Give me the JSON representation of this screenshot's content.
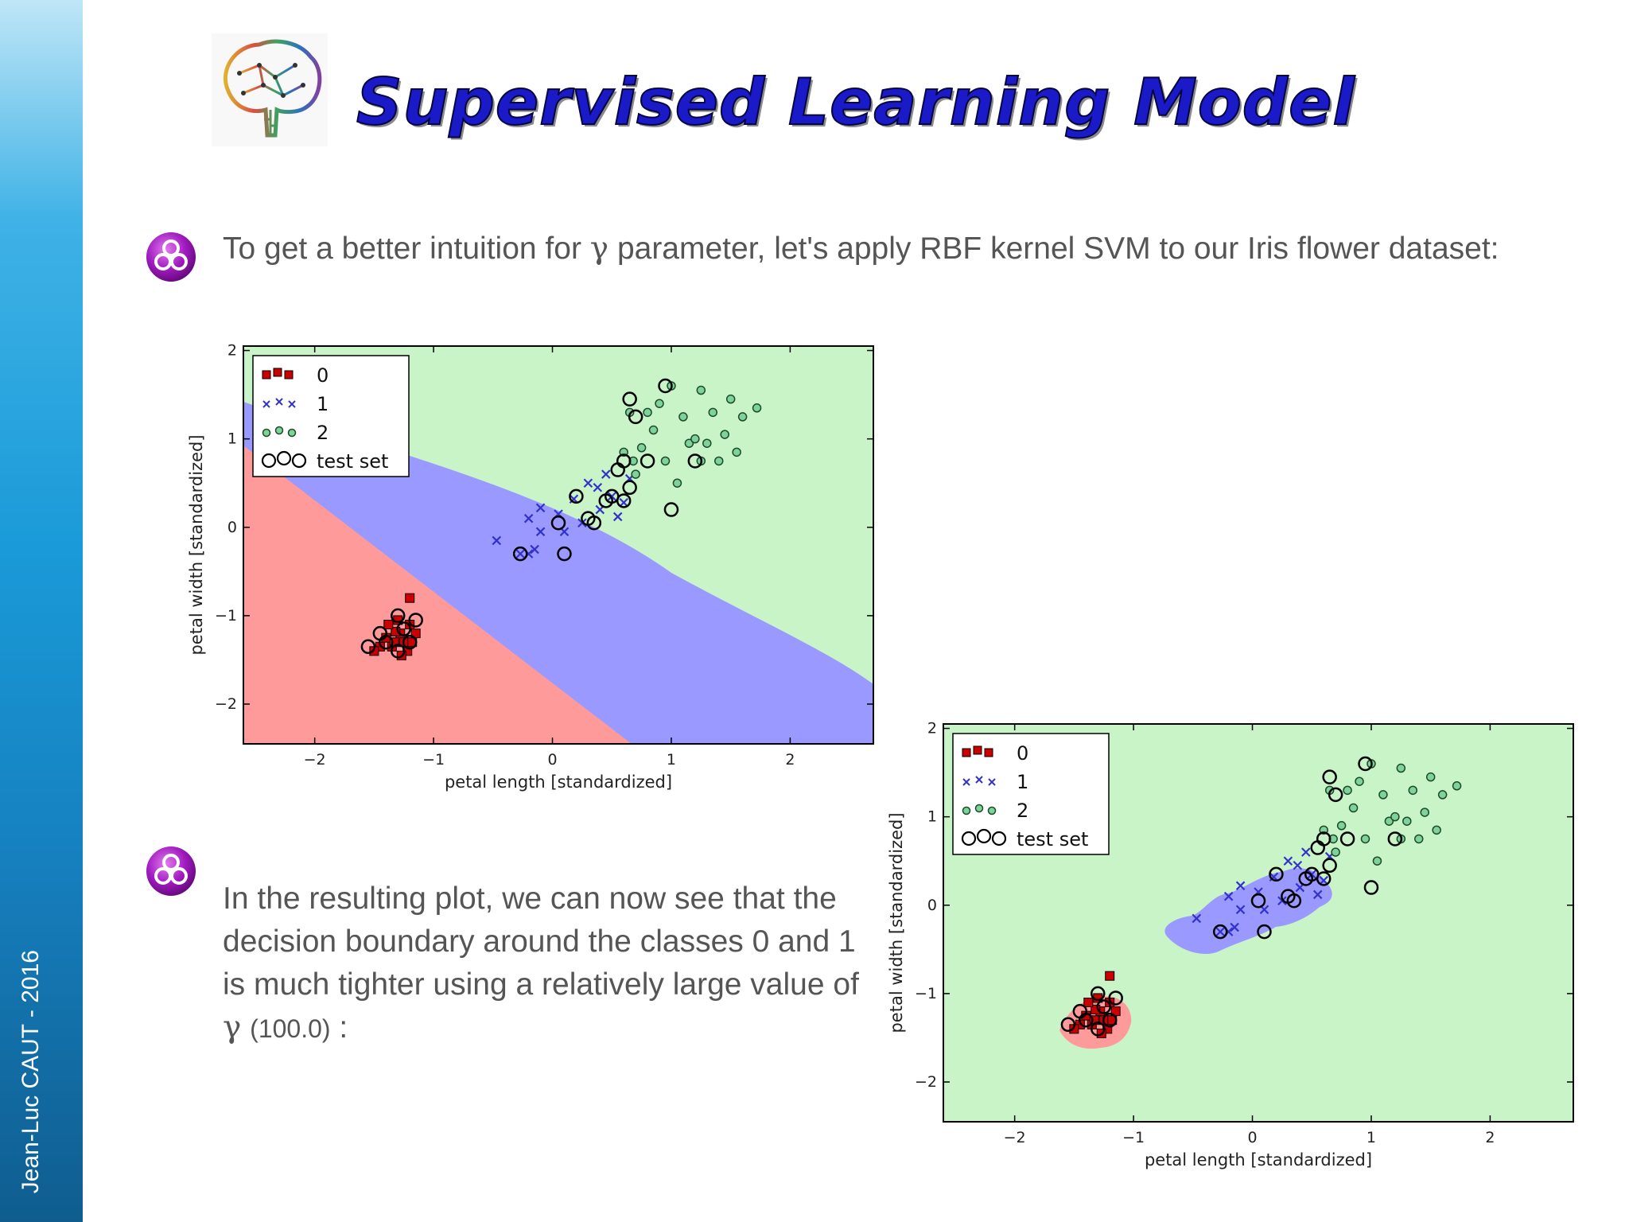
{
  "sidebar": {
    "author": "Jean-Luc CAUT - 2016"
  },
  "header": {
    "title": "Supervised Learning Model",
    "logo_icon": "brain-circuit-icon"
  },
  "bullets": [
    {
      "icon": "biohazard-icon",
      "text_before": "To get a better intuition for",
      "gamma": "γ",
      "text_after": "parameter, let's apply RBF kernel SVM to our Iris flower dataset:"
    },
    {
      "icon": "biohazard-icon",
      "text_before": "In the resulting plot, we can now see that the decision boundary around the classes 0 and 1 is much tighter using a relatively large value of",
      "gamma": "γ",
      "paren": "(100.0)",
      "colon": ":"
    }
  ],
  "colors": {
    "class0": "#cc0000",
    "class1": "#3333cc",
    "class2": "#3a9a55",
    "region0": "#ff9a9a",
    "region1": "#9999ff",
    "region2": "#c8f4c8",
    "title": "#1a1ac8"
  },
  "chart_data": [
    {
      "type": "scatter",
      "xlabel": "petal length [standardized]",
      "ylabel": "petal width [standardized]",
      "xlim": [
        -2.6,
        2.7
      ],
      "ylim": [
        -2.45,
        2.05
      ],
      "xticks": [
        "−2",
        "−1",
        "0",
        "1",
        "2"
      ],
      "yticks": [
        "−2",
        "−1",
        "0",
        "1",
        "2"
      ],
      "legend": {
        "placement": "top-left",
        "entries": [
          "0",
          "1",
          "2",
          "test set"
        ]
      },
      "decision_regions": "broad linear/curved boundaries (low gamma)",
      "series": [
        {
          "name": "0",
          "marker": "square",
          "points": [
            [
              -1.35,
              -1.35
            ],
            [
              -1.28,
              -1.2
            ],
            [
              -1.2,
              -1.1
            ],
            [
              -1.4,
              -1.25
            ],
            [
              -1.25,
              -1.3
            ],
            [
              -1.32,
              -1.18
            ],
            [
              -1.18,
              -1.3
            ],
            [
              -1.45,
              -1.35
            ],
            [
              -1.3,
              -1.05
            ],
            [
              -1.22,
              -1.4
            ],
            [
              -1.38,
              -1.1
            ],
            [
              -1.15,
              -1.2
            ],
            [
              -1.5,
              -1.4
            ],
            [
              -1.27,
              -1.45
            ],
            [
              -1.2,
              -0.8
            ],
            [
              -1.33,
              -1.3
            ]
          ]
        },
        {
          "name": "1",
          "marker": "x",
          "points": [
            [
              -0.47,
              -0.15
            ],
            [
              -0.2,
              0.1
            ],
            [
              -0.1,
              0.22
            ],
            [
              0.05,
              0.15
            ],
            [
              0.18,
              0.32
            ],
            [
              0.25,
              0.05
            ],
            [
              0.4,
              0.2
            ],
            [
              0.5,
              0.35
            ],
            [
              0.55,
              0.12
            ],
            [
              0.38,
              0.45
            ],
            [
              0.6,
              0.28
            ],
            [
              -0.2,
              -0.3
            ],
            [
              -0.1,
              -0.05
            ],
            [
              0.3,
              0.5
            ],
            [
              0.65,
              0.55
            ],
            [
              -0.27,
              -0.3
            ],
            [
              0.1,
              -0.05
            ],
            [
              0.45,
              0.6
            ],
            [
              -0.15,
              -0.25
            ]
          ]
        },
        {
          "name": "2",
          "marker": "circle",
          "points": [
            [
              0.65,
              1.3
            ],
            [
              0.75,
              0.9
            ],
            [
              0.85,
              1.1
            ],
            [
              0.95,
              0.75
            ],
            [
              1.0,
              1.6
            ],
            [
              1.1,
              1.25
            ],
            [
              1.15,
              0.95
            ],
            [
              1.25,
              0.75
            ],
            [
              1.35,
              1.3
            ],
            [
              1.45,
              1.05
            ],
            [
              1.55,
              0.85
            ],
            [
              1.6,
              1.25
            ],
            [
              1.72,
              1.35
            ],
            [
              1.5,
              1.45
            ],
            [
              1.25,
              1.55
            ],
            [
              0.6,
              0.85
            ],
            [
              0.9,
              1.4
            ],
            [
              1.05,
              0.5
            ],
            [
              1.3,
              0.95
            ],
            [
              0.7,
              0.6
            ],
            [
              0.8,
              1.3
            ],
            [
              1.4,
              0.75
            ],
            [
              1.2,
              1.0
            ],
            [
              0.68,
              0.75
            ]
          ]
        }
      ],
      "test_set": [
        [
          -1.4,
          -1.3
        ],
        [
          -1.25,
          -1.15
        ],
        [
          -1.2,
          -1.3
        ],
        [
          -1.3,
          -1.4
        ],
        [
          -1.55,
          -1.35
        ],
        [
          -1.15,
          -1.05
        ],
        [
          -1.45,
          -1.2
        ],
        [
          -1.3,
          -1.0
        ],
        [
          -0.27,
          -0.3
        ],
        [
          0.1,
          -0.3
        ],
        [
          0.05,
          0.05
        ],
        [
          0.2,
          0.35
        ],
        [
          0.3,
          0.1
        ],
        [
          0.45,
          0.3
        ],
        [
          0.5,
          0.35
        ],
        [
          0.35,
          0.05
        ],
        [
          0.6,
          0.3
        ],
        [
          0.65,
          1.45
        ],
        [
          0.6,
          0.75
        ],
        [
          0.7,
          1.25
        ],
        [
          0.8,
          0.75
        ],
        [
          0.95,
          1.6
        ],
        [
          1.0,
          0.2
        ],
        [
          1.2,
          0.75
        ],
        [
          0.65,
          0.45
        ],
        [
          0.55,
          0.65
        ]
      ]
    },
    {
      "type": "scatter",
      "xlabel": "petal length [standardized]",
      "ylabel": "petal width [standardized]",
      "xlim": [
        -2.6,
        2.7
      ],
      "ylim": [
        -2.45,
        2.05
      ],
      "xticks": [
        "−2",
        "−1",
        "0",
        "1",
        "2"
      ],
      "yticks": [
        "−2",
        "−1",
        "0",
        "1",
        "2"
      ],
      "legend": {
        "placement": "top-left",
        "entries": [
          "0",
          "1",
          "2",
          "test set"
        ]
      },
      "decision_regions": "tight regions around class 0 and 1 (gamma = 100.0)",
      "series": [
        {
          "name": "0",
          "marker": "square",
          "points": [
            [
              -1.35,
              -1.35
            ],
            [
              -1.28,
              -1.2
            ],
            [
              -1.2,
              -1.1
            ],
            [
              -1.4,
              -1.25
            ],
            [
              -1.25,
              -1.3
            ],
            [
              -1.32,
              -1.18
            ],
            [
              -1.18,
              -1.3
            ],
            [
              -1.45,
              -1.35
            ],
            [
              -1.3,
              -1.05
            ],
            [
              -1.22,
              -1.4
            ],
            [
              -1.38,
              -1.1
            ],
            [
              -1.15,
              -1.2
            ],
            [
              -1.5,
              -1.4
            ],
            [
              -1.27,
              -1.45
            ],
            [
              -1.2,
              -0.8
            ],
            [
              -1.33,
              -1.3
            ]
          ]
        },
        {
          "name": "1",
          "marker": "x",
          "points": [
            [
              -0.47,
              -0.15
            ],
            [
              -0.2,
              0.1
            ],
            [
              -0.1,
              0.22
            ],
            [
              0.05,
              0.15
            ],
            [
              0.18,
              0.32
            ],
            [
              0.25,
              0.05
            ],
            [
              0.4,
              0.2
            ],
            [
              0.5,
              0.35
            ],
            [
              0.55,
              0.12
            ],
            [
              0.38,
              0.45
            ],
            [
              0.6,
              0.28
            ],
            [
              -0.2,
              -0.3
            ],
            [
              -0.1,
              -0.05
            ],
            [
              0.3,
              0.5
            ],
            [
              0.65,
              0.55
            ],
            [
              -0.27,
              -0.3
            ],
            [
              0.1,
              -0.05
            ],
            [
              0.45,
              0.6
            ],
            [
              -0.15,
              -0.25
            ]
          ]
        },
        {
          "name": "2",
          "marker": "circle",
          "points": [
            [
              0.65,
              1.3
            ],
            [
              0.75,
              0.9
            ],
            [
              0.85,
              1.1
            ],
            [
              0.95,
              0.75
            ],
            [
              1.0,
              1.6
            ],
            [
              1.1,
              1.25
            ],
            [
              1.15,
              0.95
            ],
            [
              1.25,
              0.75
            ],
            [
              1.35,
              1.3
            ],
            [
              1.45,
              1.05
            ],
            [
              1.55,
              0.85
            ],
            [
              1.6,
              1.25
            ],
            [
              1.72,
              1.35
            ],
            [
              1.5,
              1.45
            ],
            [
              1.25,
              1.55
            ],
            [
              0.6,
              0.85
            ],
            [
              0.9,
              1.4
            ],
            [
              1.05,
              0.5
            ],
            [
              1.3,
              0.95
            ],
            [
              0.7,
              0.6
            ],
            [
              0.8,
              1.3
            ],
            [
              1.4,
              0.75
            ],
            [
              1.2,
              1.0
            ],
            [
              0.68,
              0.75
            ]
          ]
        }
      ],
      "test_set": [
        [
          -1.4,
          -1.3
        ],
        [
          -1.25,
          -1.15
        ],
        [
          -1.2,
          -1.3
        ],
        [
          -1.3,
          -1.4
        ],
        [
          -1.55,
          -1.35
        ],
        [
          -1.15,
          -1.05
        ],
        [
          -1.45,
          -1.2
        ],
        [
          -1.3,
          -1.0
        ],
        [
          -0.27,
          -0.3
        ],
        [
          0.1,
          -0.3
        ],
        [
          0.05,
          0.05
        ],
        [
          0.2,
          0.35
        ],
        [
          0.3,
          0.1
        ],
        [
          0.45,
          0.3
        ],
        [
          0.5,
          0.35
        ],
        [
          0.35,
          0.05
        ],
        [
          0.6,
          0.3
        ],
        [
          0.65,
          1.45
        ],
        [
          0.6,
          0.75
        ],
        [
          0.7,
          1.25
        ],
        [
          0.8,
          0.75
        ],
        [
          0.95,
          1.6
        ],
        [
          1.0,
          0.2
        ],
        [
          1.2,
          0.75
        ],
        [
          0.65,
          0.45
        ],
        [
          0.55,
          0.65
        ]
      ]
    }
  ]
}
